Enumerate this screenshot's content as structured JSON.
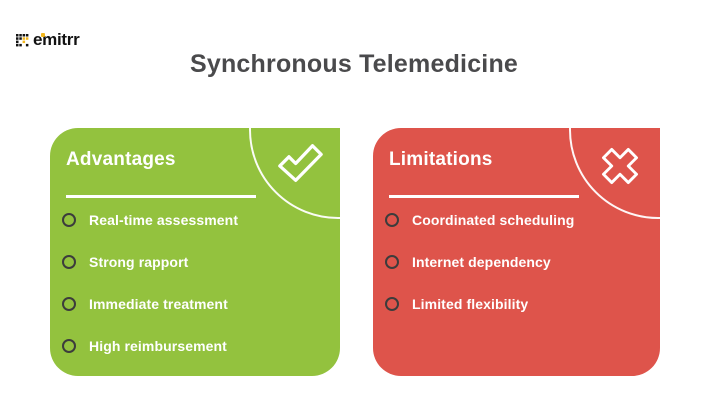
{
  "brand": {
    "logo_text": "emitrr"
  },
  "page": {
    "title": "Synchronous Telemedicine"
  },
  "colors": {
    "advantages_green": "#93C23E",
    "limitations_red": "#DE544B",
    "title_gray": "#4A4A4C",
    "bullet_outline": "#3C3C3C",
    "card_text": "#FFFFFF",
    "logo_black": "#121212",
    "logo_yellow": "#F3B71C"
  },
  "cards": [
    {
      "heading": "Advantages",
      "icon": "check-icon",
      "color": "#93C23E",
      "items": [
        "Real-time assessment",
        "Strong rapport",
        "Immediate treatment",
        "High reimbursement"
      ]
    },
    {
      "heading": "Limitations",
      "icon": "cross-icon",
      "color": "#DE544B",
      "items": [
        "Coordinated scheduling",
        "Internet dependency",
        "Limited flexibility"
      ]
    }
  ]
}
